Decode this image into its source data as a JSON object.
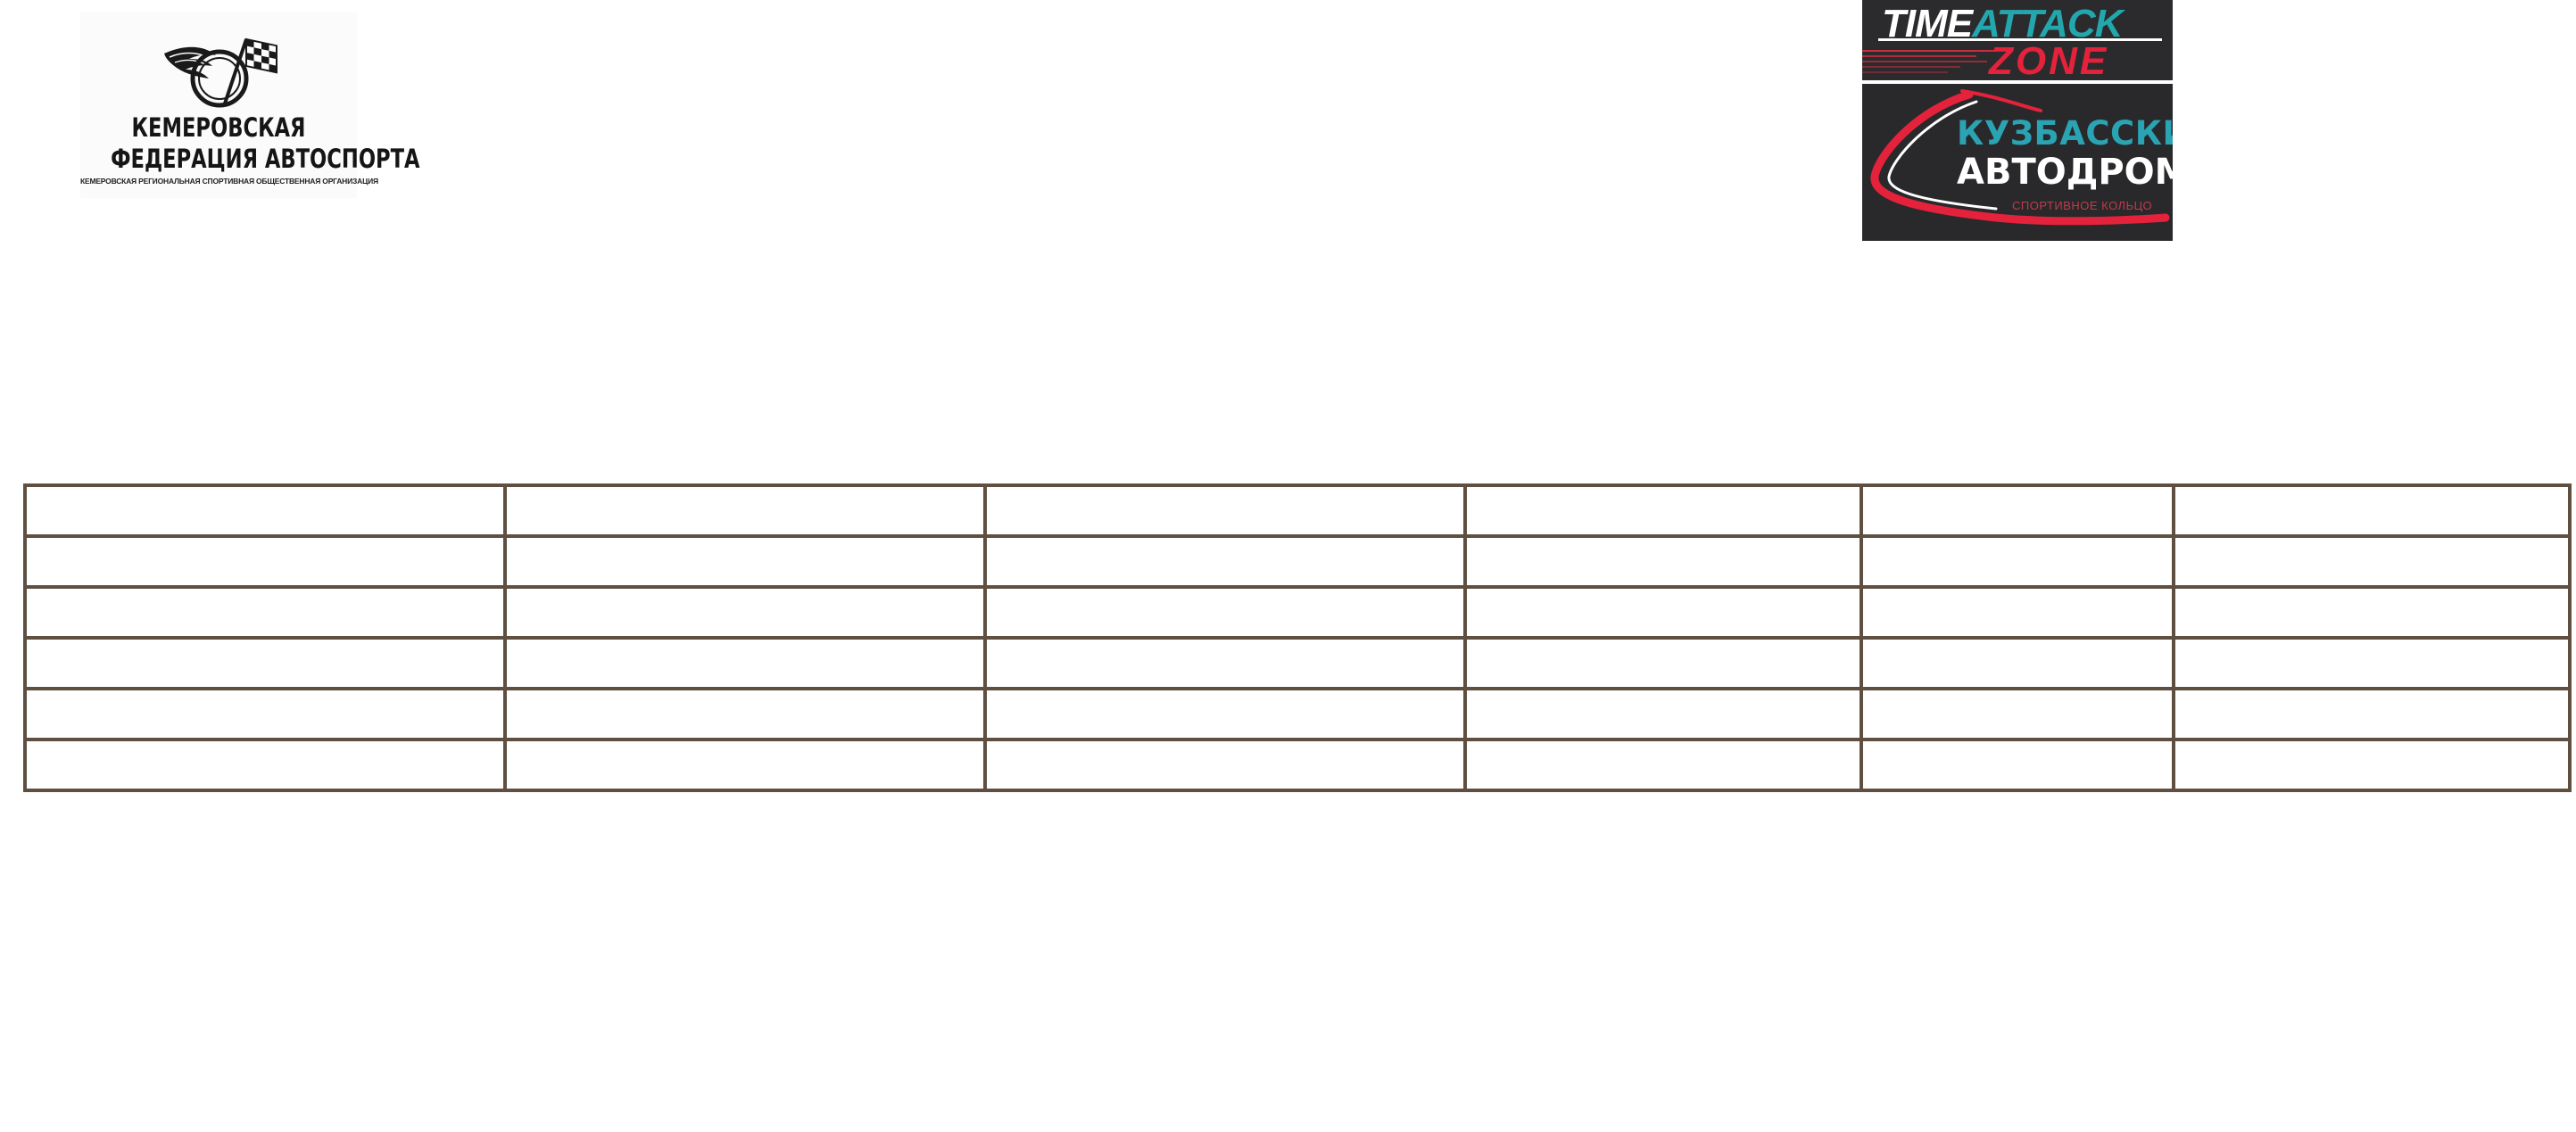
{
  "logos": {
    "federation": {
      "line1": "КЕМЕРОВСКАЯ",
      "line2": "ФЕДЕРАЦИЯ АВТОСПОРТА",
      "line3": "КЕМЕРОВСКАЯ РЕГИОНАЛЬНАЯ СПОРТИВНАЯ ОБЩЕСТВЕННАЯ ОРГАНИЗАЦИЯ",
      "emblem_icon": "winged-wheel-checkered-flag-icon"
    },
    "time_attack": {
      "word_time": "TIME",
      "word_attack": "ATTACK",
      "word_zone": "ZONE",
      "colors": {
        "background": "#2b2b2e",
        "accent_red": "#e4223b",
        "accent_teal": "#23a7ad"
      }
    },
    "autodrom": {
      "line1": "КУЗБАССКИЙ",
      "line2": "АВТОДРОМ",
      "line3": "СПОРТИВНОЕ КОЛЬЦО",
      "track_icon": "race-track-swoosh-icon",
      "colors": {
        "background": "#29292b",
        "accent_red": "#e4223b",
        "accent_teal": "#2aa3b3"
      }
    }
  },
  "table": {
    "border_color": "#5f4f40",
    "rows": [
      [
        "",
        "",
        "",
        "",
        "",
        ""
      ],
      [
        "",
        "",
        "",
        "",
        "",
        ""
      ],
      [
        "",
        "",
        "",
        "",
        "",
        ""
      ],
      [
        "",
        "",
        "",
        "",
        "",
        ""
      ],
      [
        "",
        "",
        "",
        "",
        "",
        ""
      ],
      [
        "",
        "",
        "",
        "",
        "",
        ""
      ]
    ]
  }
}
